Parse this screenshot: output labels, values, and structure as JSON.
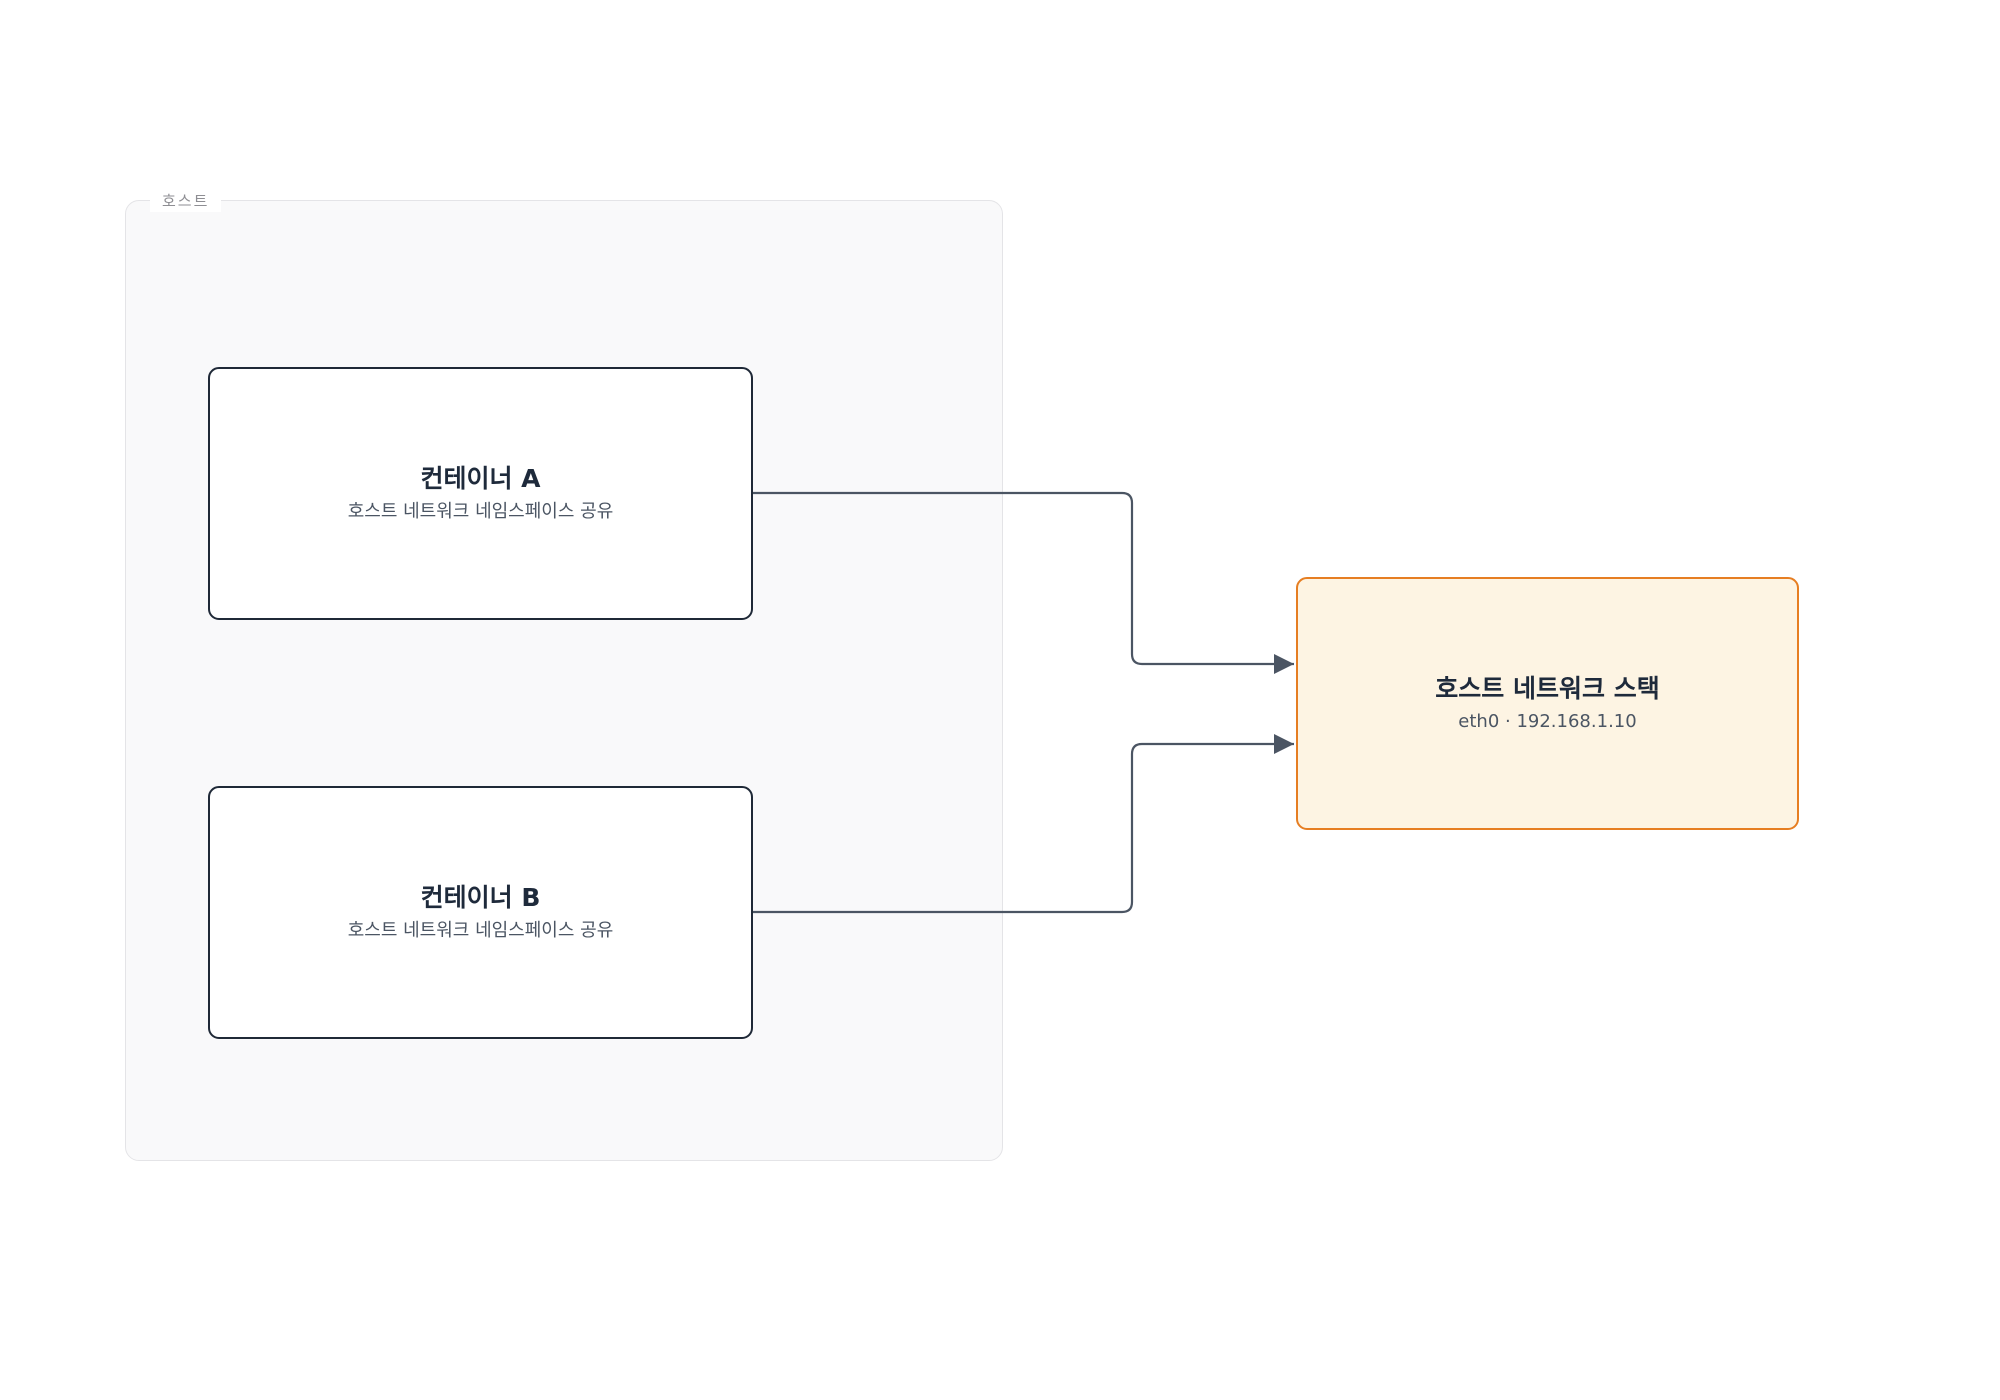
{
  "group": {
    "label": "호스트"
  },
  "nodes": {
    "container_a": {
      "title": "컨테이너 A",
      "subtitle": "호스트 네트워크 네임스페이스 공유"
    },
    "container_b": {
      "title": "컨테이너 B",
      "subtitle": "호스트 네트워크 네임스페이스 공유"
    },
    "host_stack": {
      "title": "호스트 네트워크 스택",
      "subtitle": "eth0 · 192.168.1.10"
    }
  },
  "edges": [
    {
      "from": "컨테이너 A",
      "to": "호스트 네트워크 스택"
    },
    {
      "from": "컨테이너 B",
      "to": "호스트 네트워크 스택"
    }
  ],
  "colors": {
    "group_fill": "#f9f9fa",
    "group_border": "#e4e4e7",
    "node_border": "#1f2937",
    "accent_fill": "#fdf4e3",
    "accent_border": "#e67e22",
    "edge": "#4b5563"
  }
}
